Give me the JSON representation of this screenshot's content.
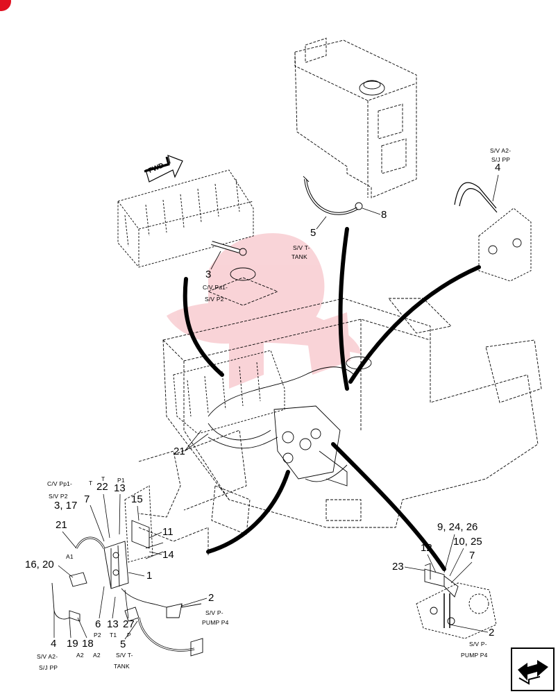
{
  "diagram": {
    "fwd_label": "FWD",
    "callouts": {
      "c3": "3",
      "c5a": "5",
      "c8": "8",
      "c4a": "4",
      "c21a": "21",
      "c7a": "7",
      "c22": "22",
      "c13a": "13",
      "c3_17": "3, 17",
      "c15": "15",
      "c11": "11",
      "c14": "14",
      "c21b": "21",
      "c16_20": "16, 20",
      "c1": "1",
      "c2a": "2",
      "c6": "6",
      "c13b": "13",
      "c27": "27",
      "c5b": "5",
      "c4b": "4",
      "c19": "19",
      "c18": "18",
      "c9_24_26": "9, 24, 26",
      "c12": "12",
      "c10_25": "10, 25",
      "c7b": "7",
      "c23": "23",
      "c2b": "2"
    },
    "captions": {
      "sv_a2_sj_pp_top_1": "S/V A2-",
      "sv_a2_sj_pp_top_2": "S/J PP",
      "sv_t_tank_top_1": "S/V T-",
      "sv_t_tank_top_2": "TANK",
      "cv_pa1_sv_p2_top_1": "C/V Pa1-",
      "cv_pa1_sv_p2_top_2": "S/V P2",
      "cv_pp1_sv_p2_1": "C/V Pp1-",
      "cv_pp1_sv_p2_2": "S/V P2",
      "port_t_a": "T",
      "port_t_b": "T",
      "port_p1": "P1",
      "port_a1": "A1",
      "port_p2": "P2",
      "port_t1": "T1",
      "port_p": "P",
      "port_a2_a": "A2",
      "port_a2_b": "A2",
      "sv_p_pump_left_1": "S/V P-",
      "sv_p_pump_left_2": "PUMP P4",
      "sv_a2_sj_pp_bot_1": "S/V A2-",
      "sv_a2_sj_pp_bot_2": "S/J PP",
      "sv_t_tank_bot_1": "S/V T-",
      "sv_t_tank_bot_2": "TANK",
      "sv_p_pump_right_1": "S/V P-",
      "sv_p_pump_right_2": "PUMP P4"
    },
    "watermark_color": "#f2a0a8",
    "accent_color": "#e01020"
  }
}
